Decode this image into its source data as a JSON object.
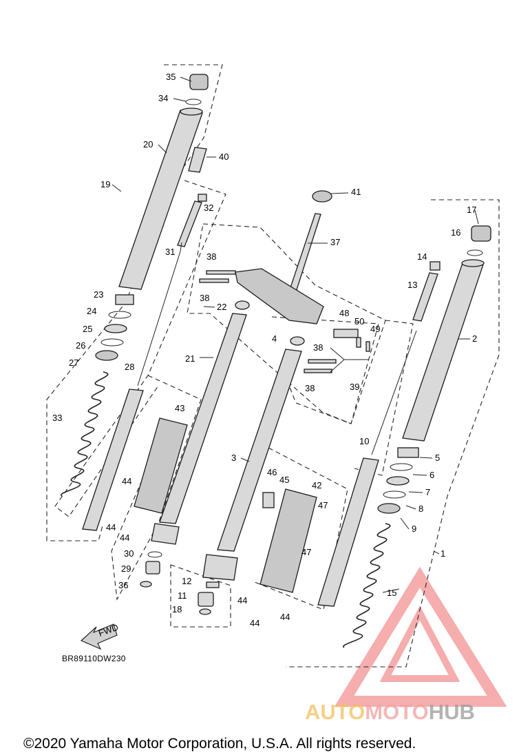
{
  "callouts": {
    "n1": "1",
    "n2": "2",
    "n3": "3",
    "n4": "4",
    "n5": "5",
    "n6": "6",
    "n7": "7",
    "n8": "8",
    "n9": "9",
    "n10": "10",
    "n11": "11",
    "n12": "12",
    "n13": "13",
    "n14": "14",
    "n15": "15",
    "n16": "16",
    "n17": "17",
    "n18": "18",
    "n19": "19",
    "n20": "20",
    "n21": "21",
    "n22": "22",
    "n23": "23",
    "n24": "24",
    "n25": "25",
    "n26": "26",
    "n27": "27",
    "n28": "28",
    "n29": "29",
    "n30": "30",
    "n31": "31",
    "n32": "32",
    "n33": "33",
    "n34": "34",
    "n35": "35",
    "n36": "36",
    "n37": "37",
    "n38": "38",
    "n39": "39",
    "n40": "40",
    "n41": "41",
    "n42": "42",
    "n43": "43",
    "n44": "44",
    "n45": "45",
    "n46": "46",
    "n47": "47",
    "n48": "48",
    "n49": "49",
    "n50": "50"
  },
  "fwd_label": "FWD",
  "diagram_code": "BR89110DW230",
  "watermark": {
    "part1": "AUTO",
    "part2": "MOTO",
    "part3": "HUB",
    "color_primary": "#f0a0a0",
    "color_secondary": "#f2c060",
    "color_tertiary": "#9a9a9a"
  },
  "copyright": "©2020 Yamaha Motor Corporation, U.S.A. All rights reserved."
}
